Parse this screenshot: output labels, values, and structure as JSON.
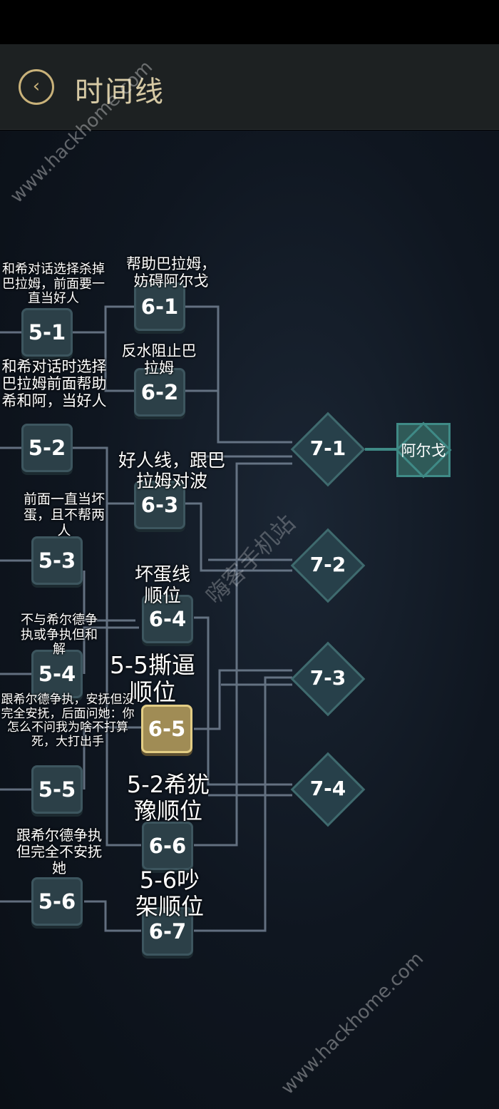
{
  "header": {
    "title": "时间线",
    "back_icon": "chevron-left-circle-icon"
  },
  "colors": {
    "accent_gold": "#c9b27a",
    "node": "#2c4048",
    "selected_node": "#a08c55",
    "ending": "#3f6a6e"
  },
  "nodes5": [
    "5-1",
    "5-2",
    "5-3",
    "5-4",
    "5-5",
    "5-6"
  ],
  "nodes6": [
    "6-1",
    "6-2",
    "6-3",
    "6-4",
    "6-5",
    "6-6",
    "6-7"
  ],
  "nodes7": [
    "7-1",
    "7-2",
    "7-3",
    "7-4"
  ],
  "selected": "6-5",
  "ending": "阿尔戈",
  "notes": {
    "n51": "和希对话选择杀掉巴拉姆，前面要一直当好人",
    "n52": "和希对话时选择巴拉姆前面帮助希和阿，当好人",
    "n53": "前面一直当坏蛋，且不帮两人",
    "n54": "不与希尔德争执或争执但和解",
    "n55": "跟希尔德争执，安抚但没完全安抚，后面问她：你怎么不问我为啥不打算死，大打出手",
    "n56": "跟希尔德争执但完全不安抚她",
    "n61": "帮助巴拉姆，妨碍阿尔戈",
    "n62": "反水阻止巴拉姆",
    "n63": "好人线，跟巴拉姆对波",
    "n64": "坏蛋线顺位",
    "n65": "5-5撕逼顺位",
    "n66": "5-2希犹豫顺位",
    "n67": "5-6吵架顺位"
  },
  "watermarks": [
    "www.hackhome.com",
    "嗨客手机站",
    "www.hackhome.com"
  ]
}
